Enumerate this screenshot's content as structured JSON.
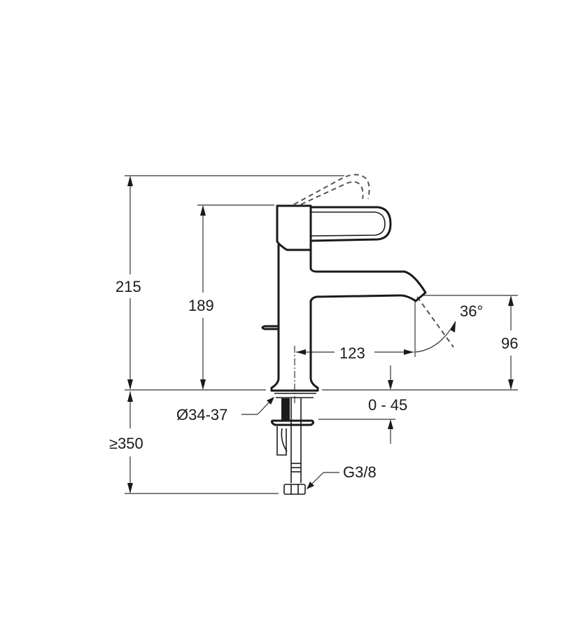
{
  "drawing": {
    "subject": "Single-lever basin mixer tap, side elevation technical drawing",
    "units": "mm",
    "dimensions": {
      "total_height": "215",
      "spout_body_height": "189",
      "spout_outlet_height": "96",
      "spout_reach": "123",
      "spray_angle": "36°",
      "deck_thickness": "0 - 45",
      "hole_diameter": "Ø34-37",
      "supply_hose_length": "≥350",
      "connection_thread": "G3/8"
    },
    "colors": {
      "line": "#1a1a1a",
      "background": "#ffffff"
    }
  }
}
